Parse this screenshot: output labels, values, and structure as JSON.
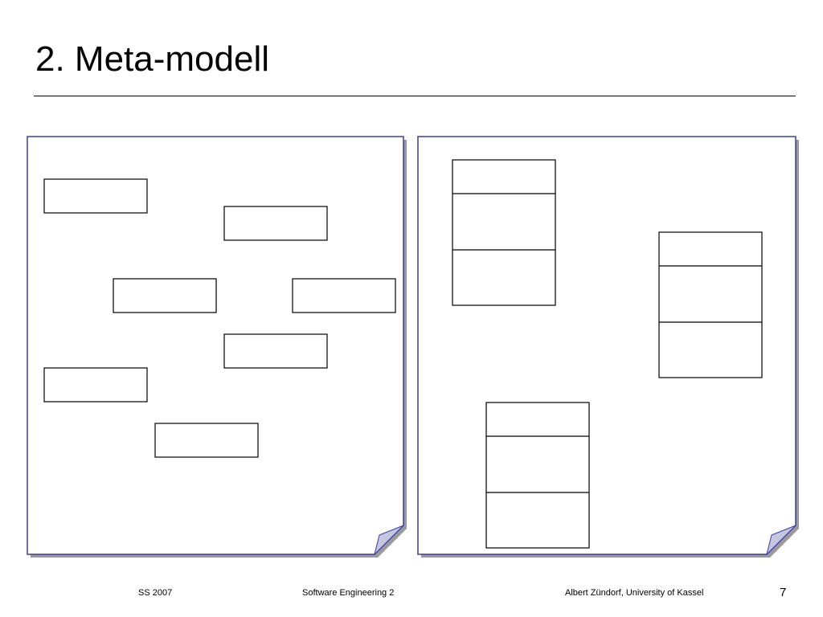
{
  "slide": {
    "title": "2. Meta-modell"
  },
  "panels": [
    {
      "name": "left-sheet",
      "boxes": [
        {
          "compartments": 1
        },
        {
          "compartments": 1
        },
        {
          "compartments": 1
        },
        {
          "compartments": 1
        },
        {
          "compartments": 1
        },
        {
          "compartments": 1
        },
        {
          "compartments": 1
        }
      ]
    },
    {
      "name": "right-sheet",
      "boxes": [
        {
          "compartments": 3
        },
        {
          "compartments": 3
        },
        {
          "compartments": 3
        }
      ]
    }
  ],
  "colors": {
    "sheet_border": "#3b3bb0",
    "sheet_shadow": "#9a9a9a",
    "curl_fill": "#c6c6de",
    "box_stroke": "#000000"
  },
  "footer": {
    "left": "SS 2007",
    "center": "Software Engineering 2",
    "right": "Albert Zündorf, University of Kassel",
    "page": "7"
  }
}
